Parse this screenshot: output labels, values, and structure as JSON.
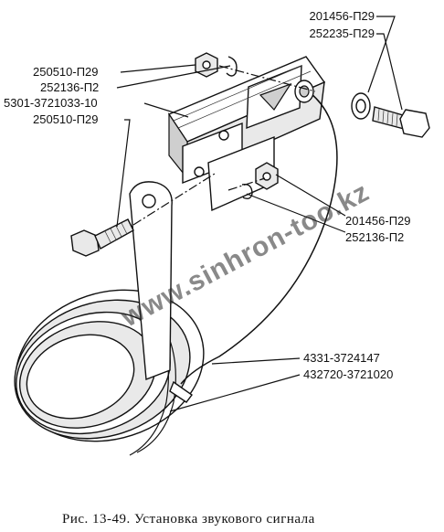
{
  "labels": {
    "top_right_1": "201456-П29",
    "top_right_2": "252235-П29",
    "left_1": "250510-П29",
    "left_2": "252136-П2",
    "left_3": "5301-3721033-10",
    "left_4": "250510-П29",
    "mid_right_1": "201456-П29",
    "mid_right_2": "252136-П2",
    "bottom_right_1": "4331-3724147",
    "bottom_right_2": "432720-3721020"
  },
  "caption": "Рис. 13-49. Установка звукового сигнала",
  "watermark": "www.sinhron-too.kz"
}
